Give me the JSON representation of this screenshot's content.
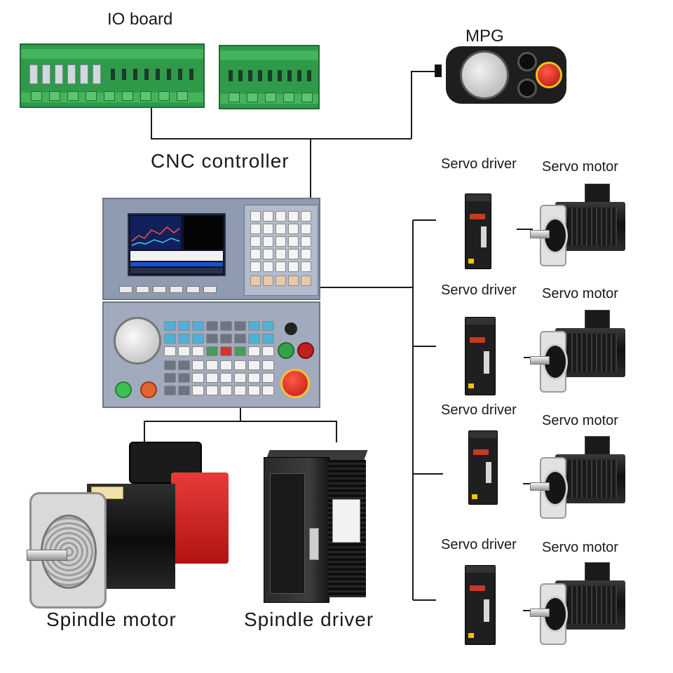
{
  "labels": {
    "io_board": "IO board",
    "mpg": "MPG",
    "cnc_controller": "CNC controller",
    "servo_driver": "Servo driver",
    "servo_motor": "Servo motor",
    "spindle_motor": "Spindle motor",
    "spindle_driver": "Spindle driver"
  },
  "colors": {
    "wire": "#1a1a1a",
    "io_board_green": "#2f9a4a",
    "cnc_panel": "#8f9bb0",
    "spindle_red": "#d42525",
    "motor_black": "#141414"
  }
}
